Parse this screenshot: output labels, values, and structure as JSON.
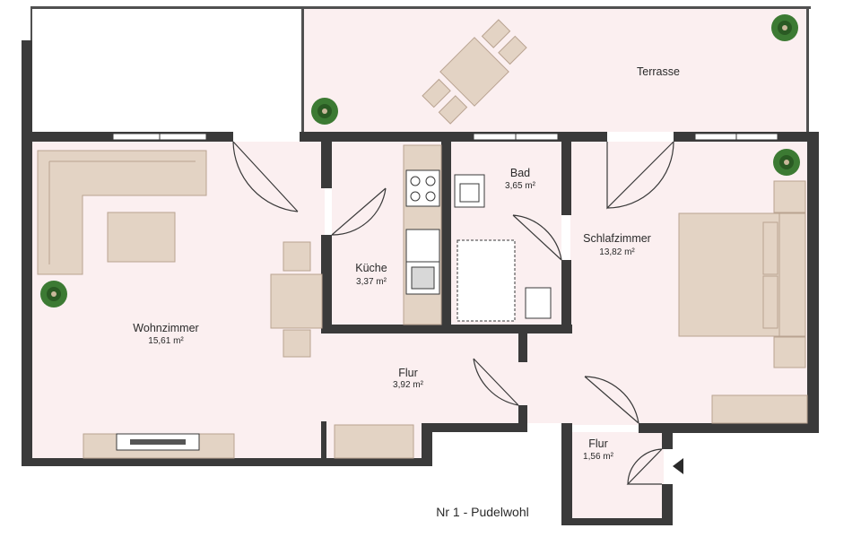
{
  "plan_title": "Nr 1 - Pudelwohl",
  "colors": {
    "floor": "#fbeff0",
    "wall": "#3a3a3a",
    "furniture": "#e3d3c4",
    "furniture_stroke": "#b9a391",
    "plant": "#2f6b2a",
    "window": "#ffffff"
  },
  "rooms": {
    "terrasse": {
      "name": "Terrasse",
      "area": ""
    },
    "wohnzimmer": {
      "name": "Wohnzimmer",
      "area": "15,61 m²"
    },
    "kueche": {
      "name": "Küche",
      "area": "3,37 m²"
    },
    "bad": {
      "name": "Bad",
      "area": "3,65 m²"
    },
    "schlafzimmer": {
      "name": "Schlafzimmer",
      "area": "13,82 m²"
    },
    "flur": {
      "name": "Flur",
      "area": "3,92 m²"
    },
    "flur2": {
      "name": "Flur",
      "area": "1,56 m²"
    }
  },
  "icons": {
    "entrance": "entrance-arrow-icon",
    "plant": "potted-plant-icon"
  }
}
